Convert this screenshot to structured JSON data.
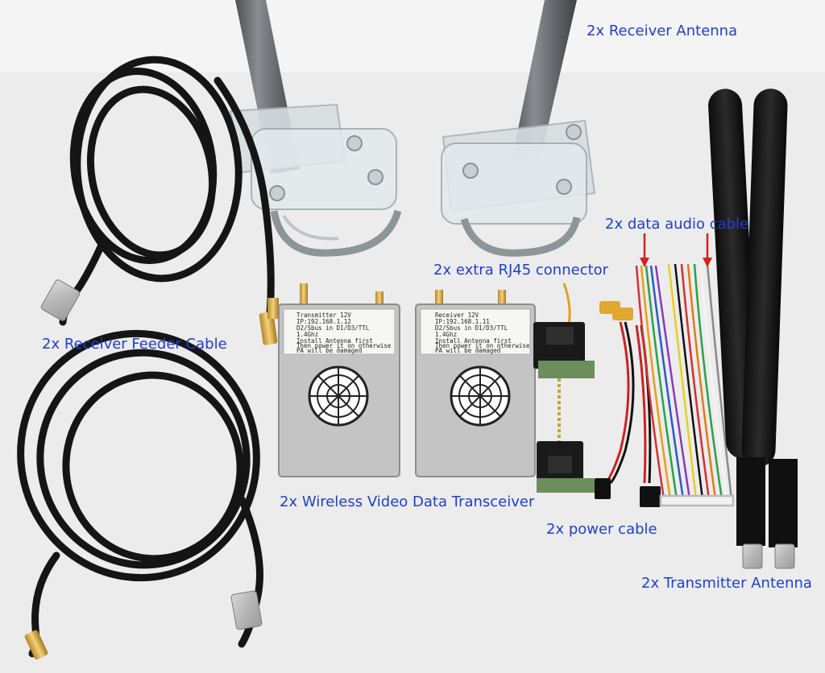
{
  "photo": {
    "background_color": "#ececec",
    "caption_color": "#1f3fcf",
    "arrow_color": "#d42020"
  },
  "captions": {
    "receiver_antenna": "2x Receiver Antenna",
    "data_audio_cable": "2x data  audio cable",
    "rj45_connector": "2x extra RJ45 connector",
    "receiver_feeder_cable": "2x Receiver Feeder Cable",
    "transceiver": "2x Wireless Video Data Transceiver",
    "power_cable": "2x power cable",
    "transmitter_antenna": "2x Transmitter Antenna"
  },
  "transmitter_label": {
    "line1": "Transmitter 12V",
    "line2": "IP:192.168.1.12",
    "line3": "D2/Sbus in   D1/D3/TTL",
    "line4": "1.4Ghz",
    "line5": "Install Antenna first",
    "line6": "Then power it on otherwise",
    "line7": "PA will be damaged"
  },
  "receiver_label": {
    "line1": "Receiver 12V",
    "line2": "IP:192.168.1.11",
    "line3": "D2/Sbus in   D1/D3/TTL",
    "line4": "1.4Ghz",
    "line5": "Install Antenna first",
    "line6": "Then power it on otherwise",
    "line7": "PA will be damaged"
  }
}
